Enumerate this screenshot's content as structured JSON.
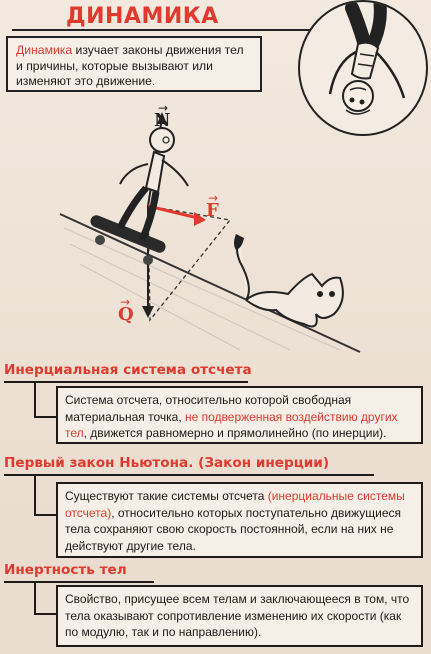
{
  "header": {
    "title": "ДИНАМИКА",
    "definition": {
      "term": "Динамика",
      "text": " изучает законы движения тел и причины, которые  вызывают или изменяют это движение."
    }
  },
  "illustration": {
    "vector_labels": {
      "normal": "N",
      "force": "F",
      "gravity": "Q"
    }
  },
  "sections": [
    {
      "heading": "Инерциальная система отсчета",
      "text_before": "Система отсчета, относительно которой свободная материальная точка, ",
      "highlight": "не подверженная воздействию других тел",
      "text_after": ", движется равномерно и прямолинейно (по инерции)."
    },
    {
      "heading": "Первый закон Ньютона. (Закон инерции)",
      "text_before": "Существуют такие системы отсчета ",
      "highlight": "(инерциальные системы отсчета)",
      "text_after": ", относительно которых поступательно движущиеся тела сохраняют свою скорость постоянной, если на них не действуют другие тела."
    },
    {
      "heading": "Инертность тел",
      "text_before": "Свойство, присущее всем телам и заключающееся в том, что тела оказывают сопротивление изменению их скорости (как по модулю, так и по направлению).",
      "highlight": "",
      "text_after": ""
    }
  ],
  "colors": {
    "accent_red": "#e03a2f",
    "ink": "#1e1a18",
    "paper": "#efe3d6"
  }
}
